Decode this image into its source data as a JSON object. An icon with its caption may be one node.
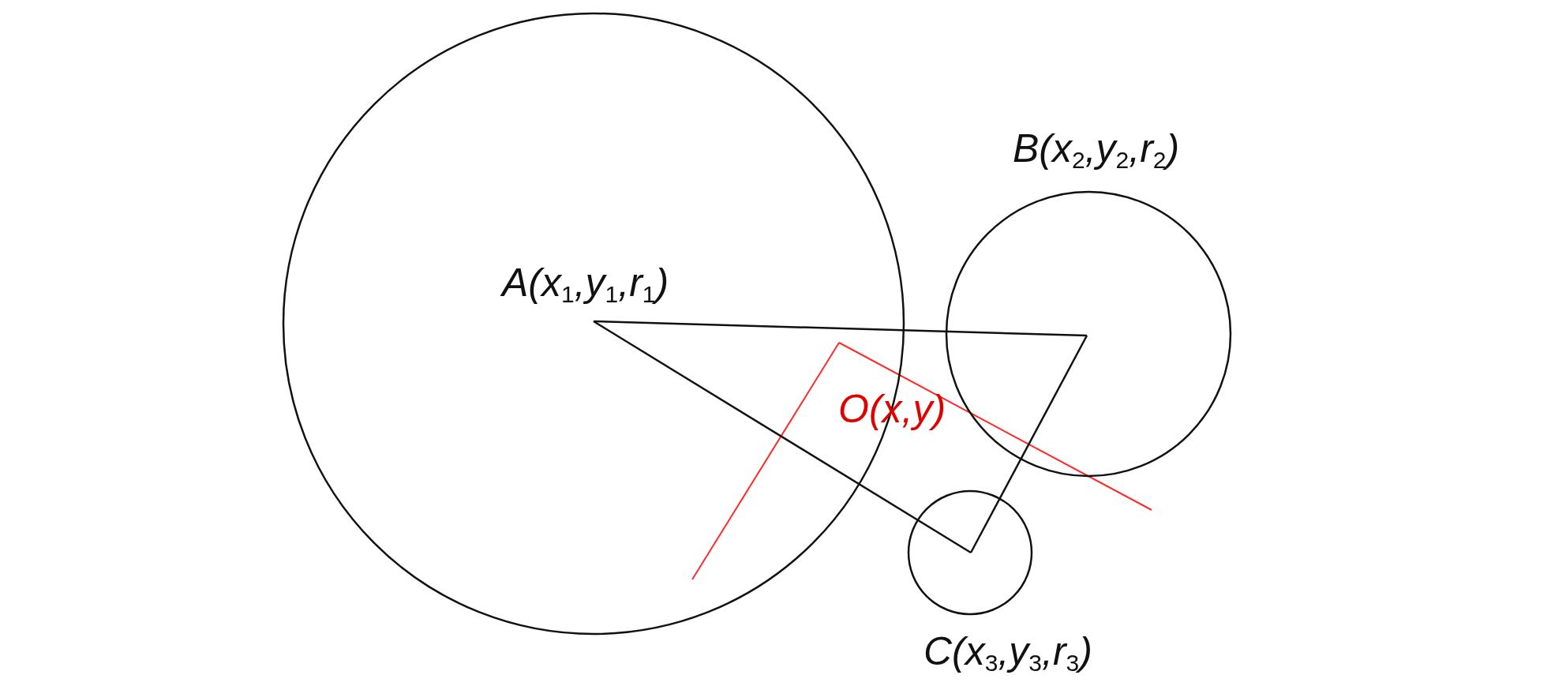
{
  "diagram": {
    "nodes": [
      {
        "text": [
          "A(x$_{1}$,y$_{1}$,r$_{1}$)"
        ]
      },
      {
        "text": [
          "B(x$_{2}$,y$_{2}$,r$_{2}$)"
        ]
      },
      {
        "text": [
          "C(x$_{3}$,y$_{3}$,r$_{3}$)"
        ]
      }
    ],
    "edges": [
      {
        "from": 0,
        "to": 1,
        "arrow": "none"
      },
      {
        "from": 1,
        "to": 2,
        "arrow": "none"
      },
      {
        "from": 2,
        "to": 0,
        "arrow": "none"
      }
    ],
    "labels": [
      "O(x,y)"
    ]
  }
}
